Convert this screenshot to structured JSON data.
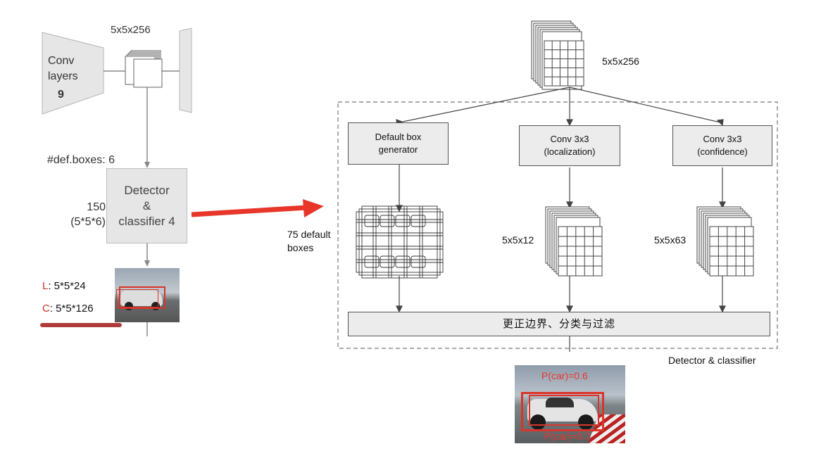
{
  "left_panel": {
    "top_label": "5x5x256",
    "conv_label": "Conv\nlayers",
    "conv_number": "9",
    "def_boxes": "#def.boxes: 6",
    "detector_label": "Detector\n&\nclassifier 4",
    "count_label": "150\n(5*5*6)",
    "loc_prefix": "L",
    "loc_value": ": 5*5*24",
    "conf_prefix": "C",
    "conf_value": ": 5*5*126"
  },
  "right_panel": {
    "input_label": "5x5x256",
    "default_box_generator": "Default box\ngenerator",
    "conv_localization": "Conv 3x3\n(localization)",
    "conv_confidence": "Conv 3x3\n(confidence)",
    "default_boxes_label": "75 default\nboxes",
    "loc_output": "5x5x12",
    "conf_output": "5x5x63",
    "merge_label": "更正边界、分类与过滤",
    "group_label": "Detector & classifier"
  },
  "result_image": {
    "top_prob": "P(car)=0.6",
    "bottom_prob": "P(car)=0.7"
  },
  "colors": {
    "arrow": "#e8362b",
    "box_red": "#d9352a"
  }
}
